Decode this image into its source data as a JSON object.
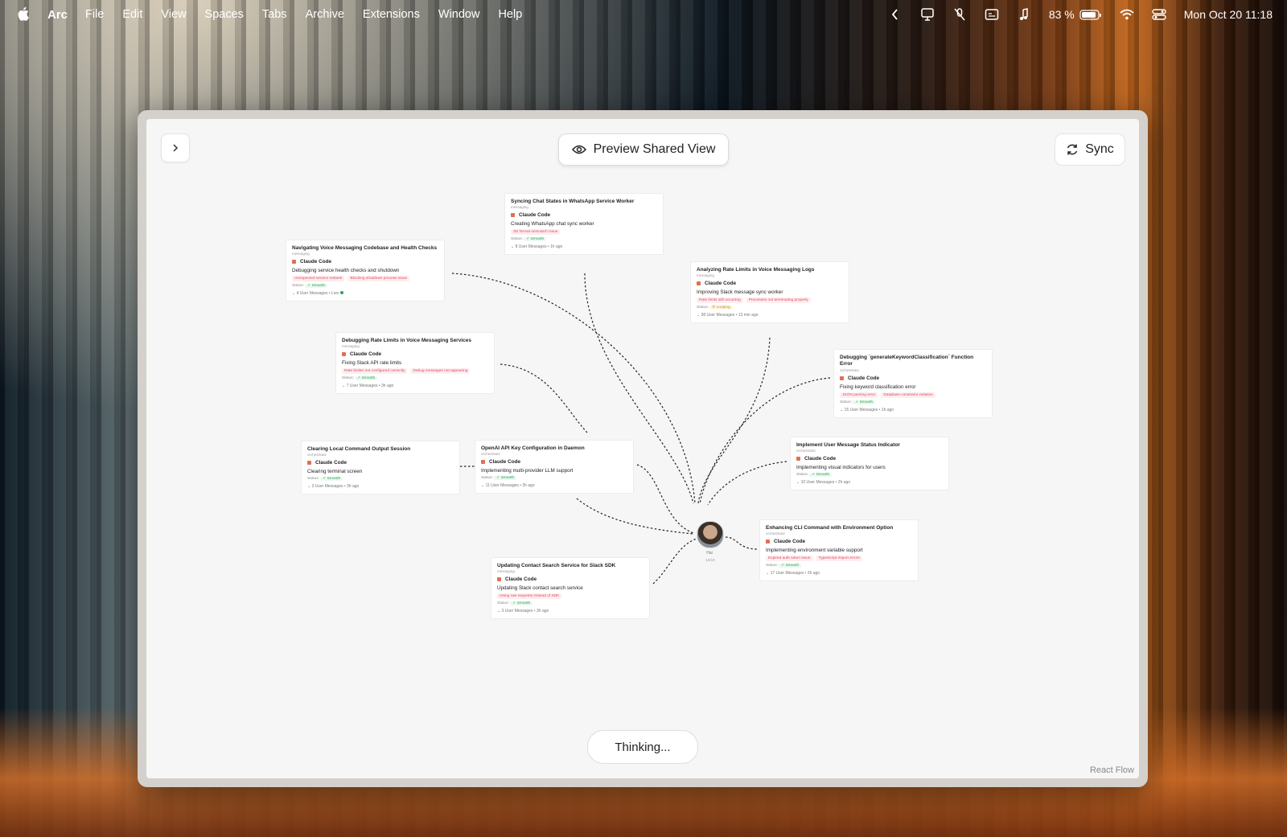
{
  "menubar": {
    "app": "Arc",
    "items": [
      "File",
      "Edit",
      "View",
      "Spaces",
      "Tabs",
      "Archive",
      "Extensions",
      "Window",
      "Help"
    ],
    "battery": "83 %",
    "datetime": "Mon Oct 20  11:18"
  },
  "toolbar": {
    "preview_label": "Preview Shared View",
    "sync_label": "Sync"
  },
  "thinking_label": "Thinking...",
  "react_flow_label": "React Flow",
  "hub": {
    "name": "Hai",
    "count": "10/10"
  },
  "cards": [
    {
      "title": "Syncing Chat States in WhatsApp Service Worker",
      "category": "messaging",
      "agent": "Claude Code",
      "desc": "Creating WhatsApp chat sync worker",
      "tags": [
        "3D format mismatch issue"
      ],
      "status_label": "Status:",
      "status": "✓ Smooth",
      "messages": "⌄  8 User Messages • 1h ago"
    },
    {
      "title": "Navigating Voice Messaging Codebase and Health Checks",
      "category": "messaging",
      "agent": "Claude Code",
      "desc": "Debugging service health checks and shutdown",
      "tags": [
        "Unexpected service restarts",
        "Blocking shutdown process issue"
      ],
      "status_label": "Status:",
      "status": "✓ Smooth",
      "messages": "⌄  4 User Messages • Live"
    },
    {
      "title": "Analyzing Rate Limits in Voice Messaging Logs",
      "category": "messaging",
      "agent": "Claude Code",
      "desc": "Improving Slack message sync worker",
      "tags": [
        "Rate limits still occurring",
        "Processes not terminating properly"
      ],
      "status_label": "Status:",
      "status": "⟳ Looping",
      "messages": "⌄  38 User Messages • 13 min ago"
    },
    {
      "title": "Debugging Rate Limits in Voice Messaging Services",
      "category": "messaging",
      "agent": "Claude Code",
      "desc": "Fixing Slack API rate limits",
      "tags": [
        "Rate limiter not configured correctly",
        "Debug messages not appearing"
      ],
      "status_label": "Status:",
      "status": "✓ Smooth",
      "messages": "⌄  7 User Messages • 3h ago"
    },
    {
      "title": "Debugging `generateKeywordClassification` Function Error",
      "category": "orchestrator",
      "agent": "Claude Code",
      "desc": "Fixing keyword classification error",
      "tags": [
        "JSON parsing error",
        "Database constraint violation"
      ],
      "status_label": "Status:",
      "status": "✓ Smooth",
      "messages": "⌄  15 User Messages • 1h ago"
    },
    {
      "title": "Clearing Local Command Output Session",
      "category": "orchestrator",
      "agent": "Claude Code",
      "desc": "Clearing terminal screen",
      "tags": [],
      "status_label": "Status:",
      "status": "✓ Smooth",
      "messages": "⌄  3 User Messages • 3h ago"
    },
    {
      "title": "OpenAI API Key Configuration in Daemon",
      "category": "orchestrator",
      "agent": "Claude Code",
      "desc": "Implementing multi-provider LLM support",
      "tags": [],
      "status_label": "Status:",
      "status": "✓ Smooth",
      "messages": "⌄  11 User Messages • 3h ago"
    },
    {
      "title": "Implement User Message Status Indicator",
      "category": "orchestrator",
      "agent": "Claude Code",
      "desc": "Implementing visual indicators for users",
      "tags": [],
      "status_label": "Status:",
      "status": "✓ Smooth",
      "messages": "⌄  10 User Messages • 2h ago"
    },
    {
      "title": "Enhancing CLI Command with Environment Option",
      "category": "orchestrator",
      "agent": "Claude Code",
      "desc": "Implementing environment variable support",
      "tags": [
        "Expired auth token issue",
        "TypeScript import errors"
      ],
      "status_label": "Status:",
      "status": "✓ Smooth",
      "messages": "⌄  17 User Messages • 2h ago"
    },
    {
      "title": "Updating Contact Search Service for Slack SDK",
      "category": "messaging",
      "agent": "Claude Code",
      "desc": "Updating Slack contact search service",
      "tags": [
        "Using raw requests instead of SDK"
      ],
      "status_label": "Status:",
      "status": "✓ Smooth",
      "messages": "⌄  3 User Messages • 3h ago"
    }
  ]
}
